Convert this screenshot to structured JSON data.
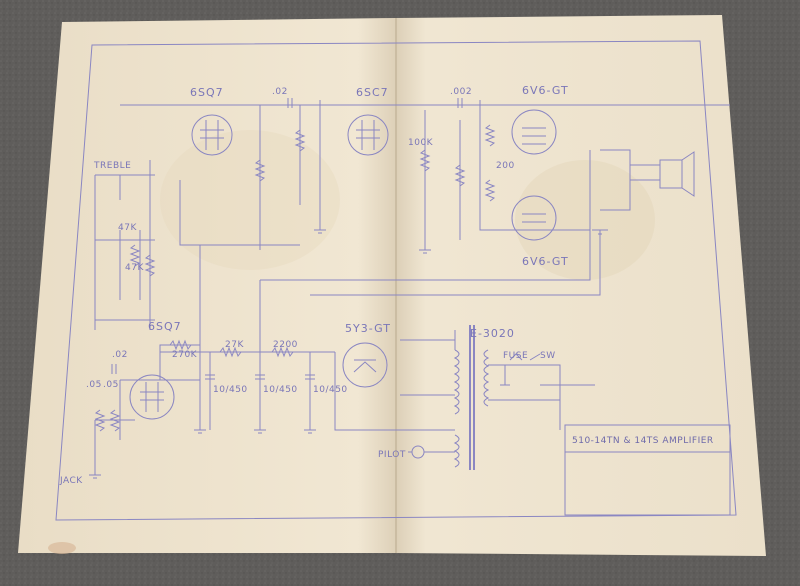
{
  "schematic": {
    "title": "510-14TN & 14TS AMPLIFIER",
    "tubes": {
      "v1": "6SQ7",
      "v2": "6SC7",
      "v3": "6V6-GT",
      "v4": "6V6-GT",
      "v5": "5Y3-GT",
      "v6": "6SQ7"
    },
    "transformer": "E-3020",
    "controls": {
      "treble": "TREBLE",
      "jack": "JACK",
      "pilot": "PILOT",
      "fuse": "FUSE",
      "sw": "SW"
    },
    "component_values": {
      "r_47k_a": "47K",
      "r_47k_b": "47K",
      "r_27k": "27K",
      "r_2200": "2200",
      "r_270k": "270K",
      "r_100k": "100K",
      "r_200": "200",
      "c_02_a": ".02",
      "c_02_b": ".02",
      "c_05_a": ".05",
      "c_05_b": ".05",
      "c_10_450_a": "10/450",
      "c_10_450_b": "10/450",
      "c_10_450_c": "10/450",
      "c_002": ".002"
    }
  },
  "colors": {
    "background": "#5e5c5a",
    "paper": "#efe4cf",
    "ink": "#7a76b8"
  }
}
